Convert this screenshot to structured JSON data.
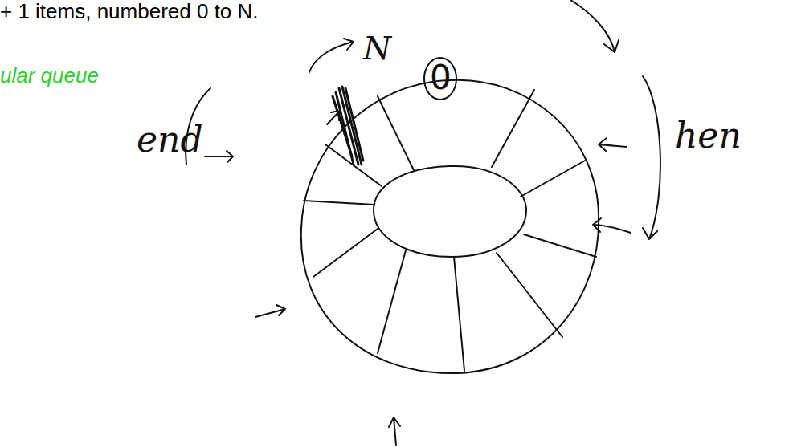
{
  "diagram": {
    "labels": [
      "+ 1 items, numbered 0 to N.",
      "ular queue",
      "N",
      "0",
      "end",
      "hen"
    ]
  }
}
